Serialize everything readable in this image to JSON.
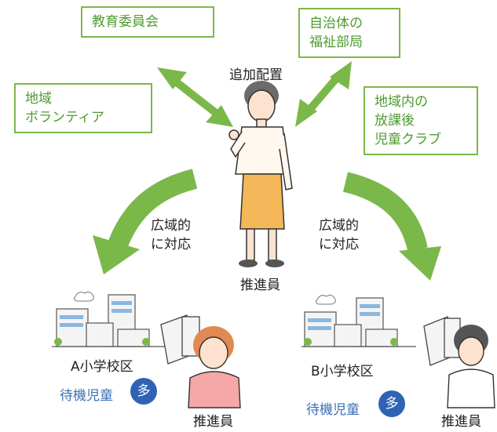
{
  "orgs": {
    "education_board": "教育委員会",
    "welfare_line1": "自治体の",
    "welfare_line2": "福祉部局",
    "volunteer_line1": "地域",
    "volunteer_line2": "ボランティア",
    "afterschool_line1": "地域内の",
    "afterschool_line2": "放課後",
    "afterschool_line3": "児童クラブ"
  },
  "center": {
    "top_label": "追加配置",
    "bottom_label": "推進員"
  },
  "wide_area": {
    "left_line1": "広域的",
    "left_line2": "に対応",
    "right_line1": "広域的",
    "right_line2": "に対応"
  },
  "districts": {
    "a_name": "A小学校区",
    "b_name": "B小学校区",
    "waiting_children": "待機児童",
    "many_badge": "多",
    "promoter_a": "推進員",
    "promoter_b": "推進員"
  },
  "colors": {
    "green": "#7bb84a",
    "badge_blue": "#2f63b4"
  }
}
